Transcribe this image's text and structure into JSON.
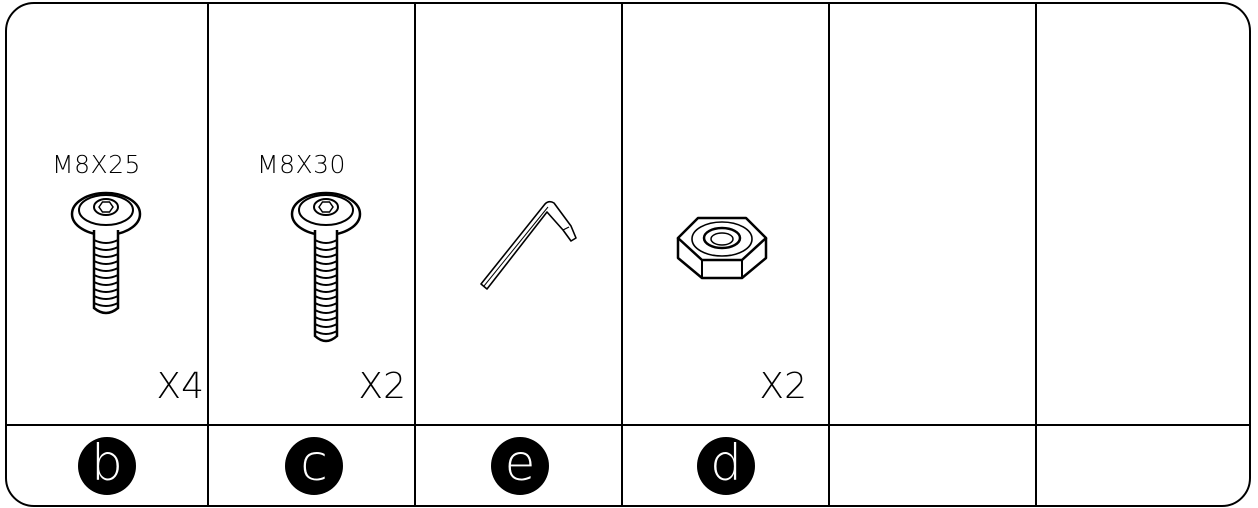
{
  "parts": [
    {
      "id": "b",
      "spec": "M8X25",
      "qty": "X4",
      "name": "bolt-m8x25"
    },
    {
      "id": "c",
      "spec": "M8X30",
      "qty": "X2",
      "name": "bolt-m8x30"
    },
    {
      "id": "e",
      "spec": "",
      "qty": "",
      "name": "allen-key"
    },
    {
      "id": "d",
      "spec": "",
      "qty": "X2",
      "name": "hex-nut"
    },
    {
      "id": "",
      "spec": "",
      "qty": "",
      "name": "empty"
    },
    {
      "id": "",
      "spec": "",
      "qty": "",
      "name": "empty"
    }
  ],
  "colors": {
    "line": "#000000",
    "badge": "#000000",
    "badge_text": "#ffffff",
    "background": "#ffffff"
  },
  "icons": [
    "bolt-icon",
    "bolt-icon",
    "allen-key-icon",
    "hex-nut-icon"
  ]
}
